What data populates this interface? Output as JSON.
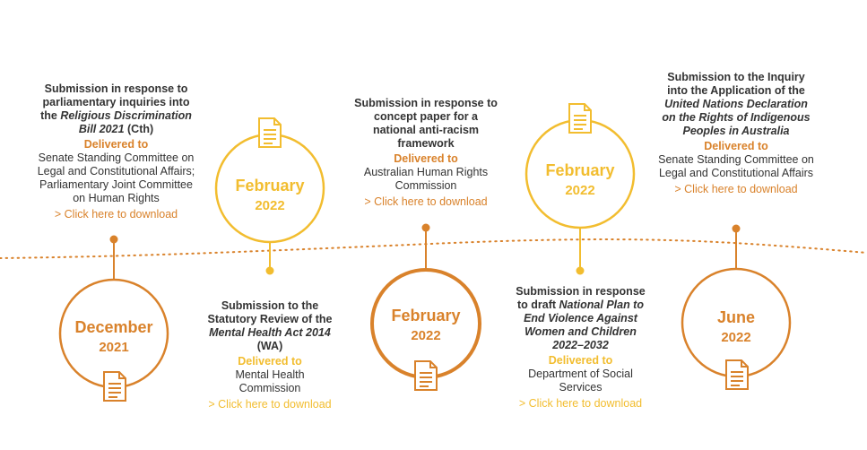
{
  "colors": {
    "orange": "#d9822b",
    "yellow": "#f2bd2f",
    "text": "#333333"
  },
  "items": [
    {
      "month": "December",
      "year": "2021",
      "title_pre": "Submission in response to parliamentary inquiries into the ",
      "title_em": "Religious Discrimination Bill 2021",
      "title_post": " (Cth)",
      "delivered_label": "Delivered to",
      "delivered_to": "Senate Standing Committee on Legal and Constitutional Affairs; Parliamentary Joint Committee on Human Rights",
      "link": "> Click here to download",
      "icon": "document-icon"
    },
    {
      "month": "February",
      "year": "2022",
      "title_pre": "Submission to the Statutory Review of the ",
      "title_em": "Mental Health Act 2014",
      "title_post": " (WA)",
      "delivered_label": "Delivered to",
      "delivered_to": "Mental Health Commission",
      "link": "> Click here to download",
      "icon": "document-icon"
    },
    {
      "month": "February",
      "year": "2022",
      "title_pre": "Submission in response to concept paper for a national anti-racism framework",
      "title_em": "",
      "title_post": "",
      "delivered_label": "Delivered to",
      "delivered_to": "Australian Human Rights Commission",
      "link": "> Click here to download",
      "icon": "document-icon"
    },
    {
      "month": "February",
      "year": "2022",
      "title_pre": "Submission in response to draft ",
      "title_em": "National Plan to End Violence Against Women and Children 2022–2032",
      "title_post": "",
      "delivered_label": "Delivered to",
      "delivered_to": "Department of Social Services",
      "link": "> Click here to download",
      "icon": "document-icon"
    },
    {
      "month": "June",
      "year": "2022",
      "title_pre": "Submission to the Inquiry into the Application of the ",
      "title_em": "United Nations Declaration on the Rights of Indigenous Peoples in Australia",
      "title_post": "",
      "delivered_label": "Delivered to",
      "delivered_to": "Senate Standing Committee on Legal and Constitutional Affairs",
      "link": "> Click here to download",
      "icon": "document-icon"
    }
  ]
}
